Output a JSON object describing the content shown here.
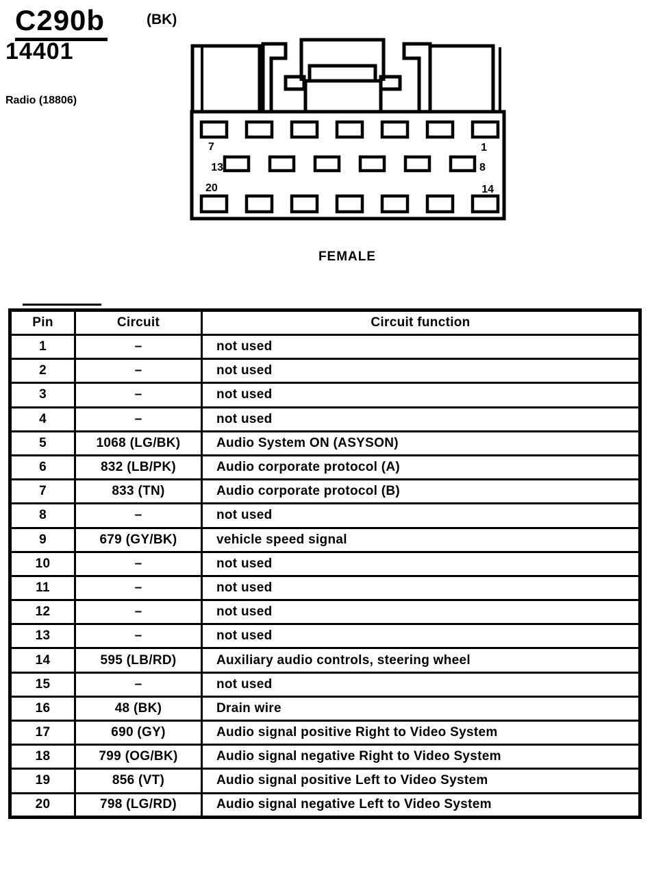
{
  "header": {
    "connector_id": "C290b",
    "connector_color": "(BK)",
    "part_number": "14401",
    "component": "Radio (18806)"
  },
  "connector_diagram": {
    "gender_label": "FEMALE",
    "pin_labels": {
      "row1_left": "7",
      "row1_right": "1",
      "row2_left": "13",
      "row2_right": "8",
      "row3_left": "20",
      "row3_right": "14"
    }
  },
  "pinout_table": {
    "columns": [
      "Pin",
      "Circuit",
      "Circuit function"
    ],
    "rows": [
      {
        "pin": "1",
        "circuit": "–",
        "function": "not used"
      },
      {
        "pin": "2",
        "circuit": "–",
        "function": "not used"
      },
      {
        "pin": "3",
        "circuit": "–",
        "function": "not used"
      },
      {
        "pin": "4",
        "circuit": "–",
        "function": "not used"
      },
      {
        "pin": "5",
        "circuit": "1068 (LG/BK)",
        "function": "Audio System ON (ASYSON)"
      },
      {
        "pin": "6",
        "circuit": "832 (LB/PK)",
        "function": "Audio corporate protocol (A)"
      },
      {
        "pin": "7",
        "circuit": "833 (TN)",
        "function": "Audio corporate protocol (B)"
      },
      {
        "pin": "8",
        "circuit": "–",
        "function": "not used"
      },
      {
        "pin": "9",
        "circuit": "679 (GY/BK)",
        "function": "vehicle speed signal"
      },
      {
        "pin": "10",
        "circuit": "–",
        "function": "not used"
      },
      {
        "pin": "11",
        "circuit": "–",
        "function": "not used"
      },
      {
        "pin": "12",
        "circuit": "–",
        "function": "not used"
      },
      {
        "pin": "13",
        "circuit": "–",
        "function": "not used"
      },
      {
        "pin": "14",
        "circuit": "595 (LB/RD)",
        "function": "Auxiliary audio controls, steering wheel"
      },
      {
        "pin": "15",
        "circuit": "–",
        "function": "not used"
      },
      {
        "pin": "16",
        "circuit": "48 (BK)",
        "function": "Drain wire"
      },
      {
        "pin": "17",
        "circuit": "690 (GY)",
        "function": "Audio signal positive Right to Video System"
      },
      {
        "pin": "18",
        "circuit": "799 (OG/BK)",
        "function": "Audio signal negative Right to Video System"
      },
      {
        "pin": "19",
        "circuit": "856 (VT)",
        "function": "Audio signal positive Left to Video System"
      },
      {
        "pin": "20",
        "circuit": "798 (LG/RD)",
        "function": "Audio signal negative Left to Video System"
      }
    ]
  }
}
